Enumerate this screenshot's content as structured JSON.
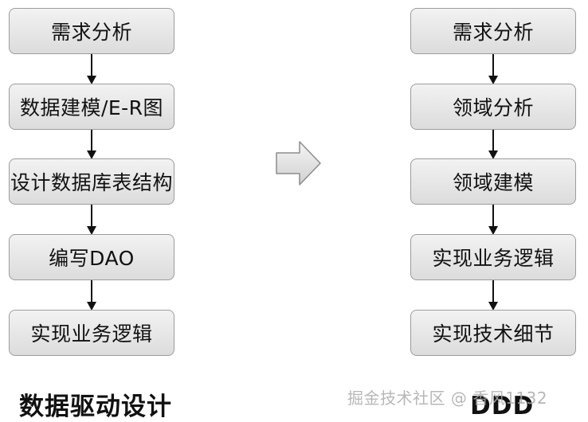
{
  "left_flow": {
    "caption": "数据驱动设计",
    "steps": [
      "需求分析",
      "数据建模/E-R图",
      "设计数据库表结构",
      "编写DAO",
      "实现业务逻辑"
    ]
  },
  "right_flow": {
    "caption": "DDD",
    "steps": [
      "需求分析",
      "领域分析",
      "领域建模",
      "实现业务逻辑",
      "实现技术细节"
    ]
  },
  "watermark": "掘金技术社区 @ 香风1132",
  "transition_icon": "right-arrow-icon"
}
